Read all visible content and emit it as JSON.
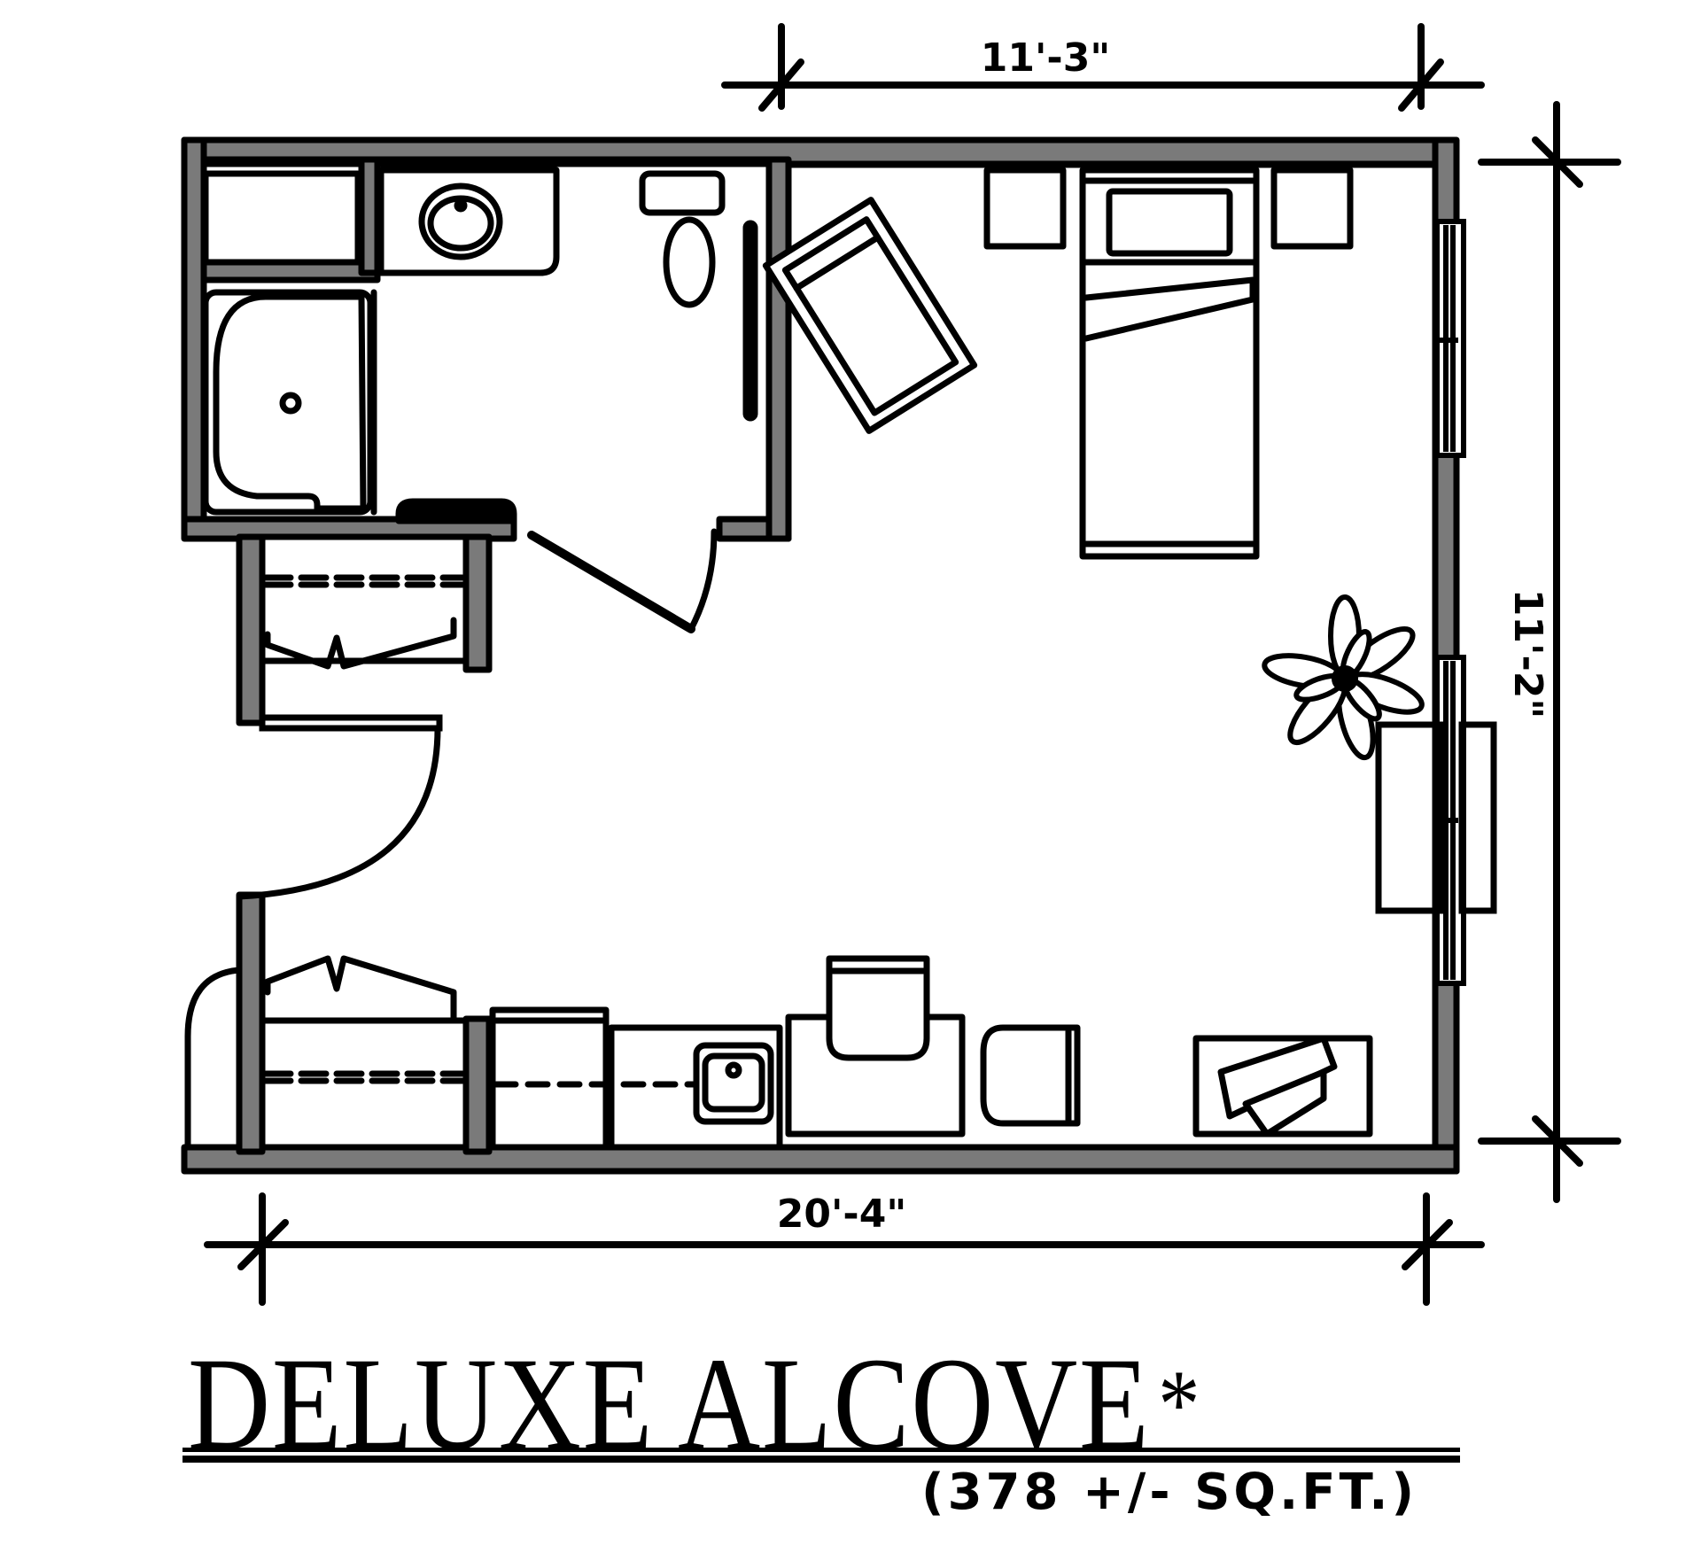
{
  "plan": {
    "title": "DELUXE ALCOVE",
    "title_mark": "*",
    "area_label": "(378 +/- SQ.FT.)",
    "dimensions": {
      "top": "11'-3\"",
      "right": "11'-2\"",
      "bottom": "20'-4\""
    },
    "colors": {
      "wall_fill": "#7a7a7a",
      "line": "#000000",
      "background": "#ffffff"
    },
    "rooms": [
      {
        "name": "Bathroom",
        "fixtures": [
          "vanity sink",
          "toilet",
          "shower",
          "linen closet",
          "grab bar"
        ]
      },
      {
        "name": "Entry closets",
        "fixtures": [
          "upper closet with bifold doors",
          "lower closet with bifold doors",
          "entry door"
        ]
      },
      {
        "name": "Living / sleeping area",
        "fixtures": [
          "twin bed",
          "two nightstands",
          "armchair",
          "plant",
          "dresser",
          "windows"
        ]
      },
      {
        "name": "Kitchenette / desk",
        "fixtures": [
          "refrigerator",
          "counter with sink",
          "desk with chair",
          "side chair",
          "TV stand"
        ]
      }
    ]
  }
}
